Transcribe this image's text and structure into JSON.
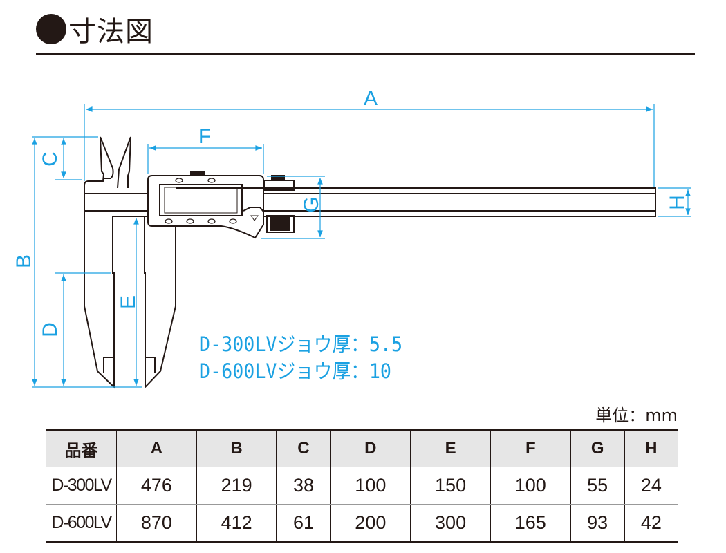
{
  "title": "寸法図",
  "diagram": {
    "labels": {
      "A": "A",
      "B": "B",
      "C": "C",
      "D": "D",
      "E": "E",
      "F": "F",
      "G": "G",
      "H": "H"
    },
    "notes": [
      "D-300LVジョウ厚：5.5",
      "D-600LVジョウ厚：10"
    ],
    "dimension_color": "#1ba1e2"
  },
  "unit": "単位：mm",
  "table": {
    "headers": [
      "品番",
      "A",
      "B",
      "C",
      "D",
      "E",
      "F",
      "G",
      "H"
    ],
    "rows": [
      [
        "D-300LV",
        "476",
        "219",
        "38",
        "100",
        "150",
        "100",
        "55",
        "24"
      ],
      [
        "D-600LV",
        "870",
        "412",
        "61",
        "200",
        "300",
        "165",
        "93",
        "42"
      ]
    ]
  }
}
